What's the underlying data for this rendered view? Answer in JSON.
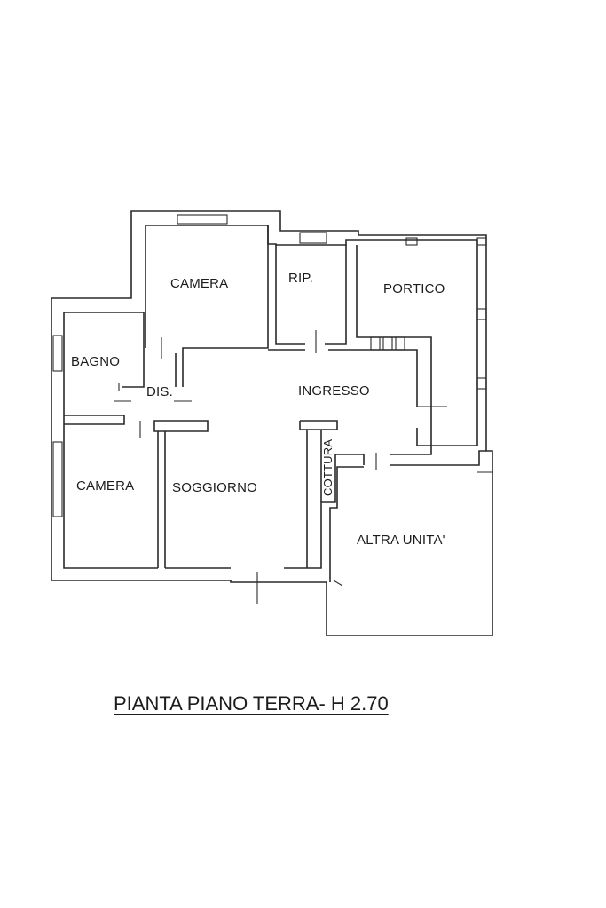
{
  "plan": {
    "title": "PIANTA PIANO TERRA-  H 2.70",
    "rooms": {
      "camera_top": "CAMERA",
      "rip": "RIP.",
      "portico": "PORTICO",
      "bagno": "BAGNO",
      "dis": "DIS.",
      "ingresso": "INGRESSO",
      "camera_left": "CAMERA",
      "soggiorno": "SOGGIORNO",
      "cottura": "COTTURA",
      "altra_unita": "ALTRA UNITA'"
    }
  }
}
